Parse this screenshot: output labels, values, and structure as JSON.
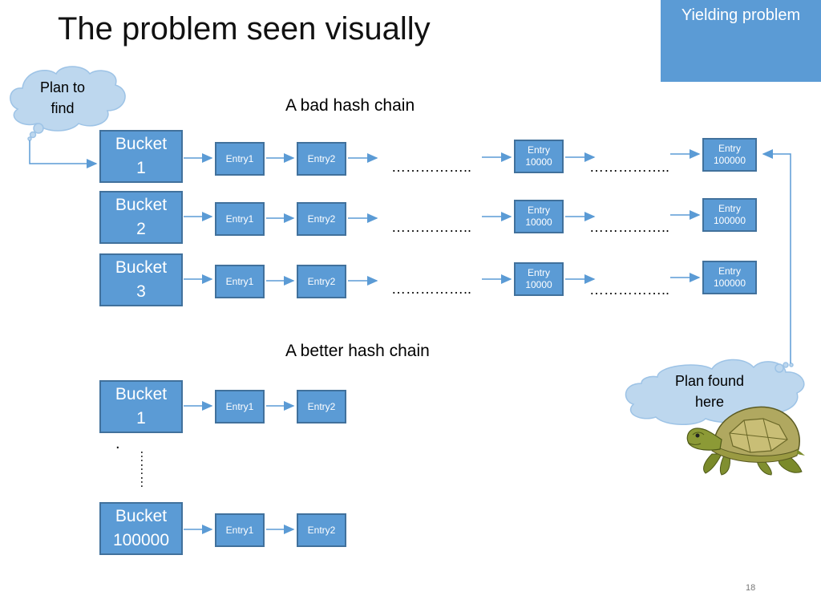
{
  "slide": {
    "title": "The problem seen visually",
    "tag": "Yielding problem",
    "page_number": "18"
  },
  "bad_chain": {
    "heading": "A bad hash chain",
    "rows": [
      {
        "bucket": [
          "Bucket",
          "1"
        ]
      },
      {
        "bucket": [
          "Bucket",
          "2"
        ]
      },
      {
        "bucket": [
          "Bucket",
          "3"
        ]
      }
    ],
    "entry1": "Entry1",
    "entry2": "Entry2",
    "entry_mid": [
      "Entry",
      "10000"
    ],
    "entry_last": [
      "Entry",
      "100000"
    ],
    "dots": "……………..",
    "dots2": "…………….."
  },
  "better_chain": {
    "heading": "A better hash chain",
    "bucket_first": [
      "Bucket",
      "1"
    ],
    "bucket_last": [
      "Bucket",
      "100000"
    ],
    "entry1": "Entry1",
    "entry2": "Entry2",
    "ellipsis_dot": ".",
    "ellipsis_vertical": "………"
  },
  "clouds": {
    "plan_to_find": [
      "Plan to",
      "find"
    ],
    "plan_found": [
      "Plan found",
      "here"
    ]
  },
  "icons": {
    "turtle": "turtle-icon"
  },
  "colors": {
    "box_fill": "#5b9bd5",
    "box_border": "#41719c",
    "cloud_fill": "#bdd7ee",
    "arrow": "#5b9bd5"
  }
}
